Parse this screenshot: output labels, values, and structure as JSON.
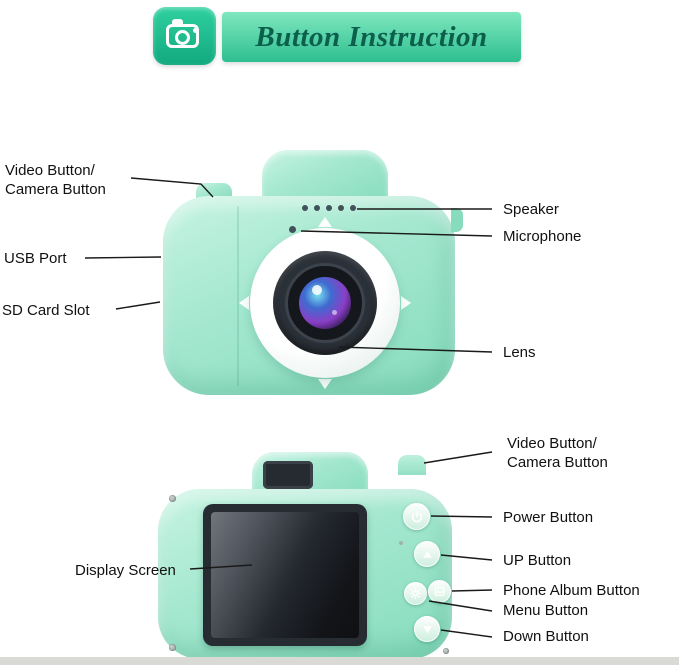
{
  "header": {
    "title": "Button Instruction"
  },
  "front_view": {
    "video_camera_button_label": "Video Button/\nCamera Button",
    "usb_port_label": "USB Port",
    "sd_card_slot_label": "SD Card Slot",
    "speaker_label": "Speaker",
    "microphone_label": "Microphone",
    "lens_label": "Lens"
  },
  "back_view": {
    "video_camera_button_label": "Video Button/\nCamera Button",
    "power_button_label": "Power Button",
    "up_button_label": "UP Button",
    "phone_album_button_label": "Phone Album Button",
    "menu_button_label": "Menu Button",
    "down_button_label": "Down Button",
    "display_screen_label": "Display Screen"
  },
  "icons": {
    "header_icon": "camera-icon",
    "power": "power-icon",
    "up": "triangle-up-icon",
    "down": "triangle-down-icon",
    "menu": "gear-icon",
    "album": "photo-album-icon"
  },
  "colors": {
    "camera_mint": "#a3e7cf",
    "camera_mint_dark": "#86dcbd",
    "banner_green": "#2ebf90",
    "banner_green_light": "#7fe7bf",
    "icon_tile_green": "#12a97e",
    "title_text": "#0b5f4b",
    "label_text": "#111111",
    "line_color": "#1a1a1a",
    "screen_dark": "#262b31"
  }
}
